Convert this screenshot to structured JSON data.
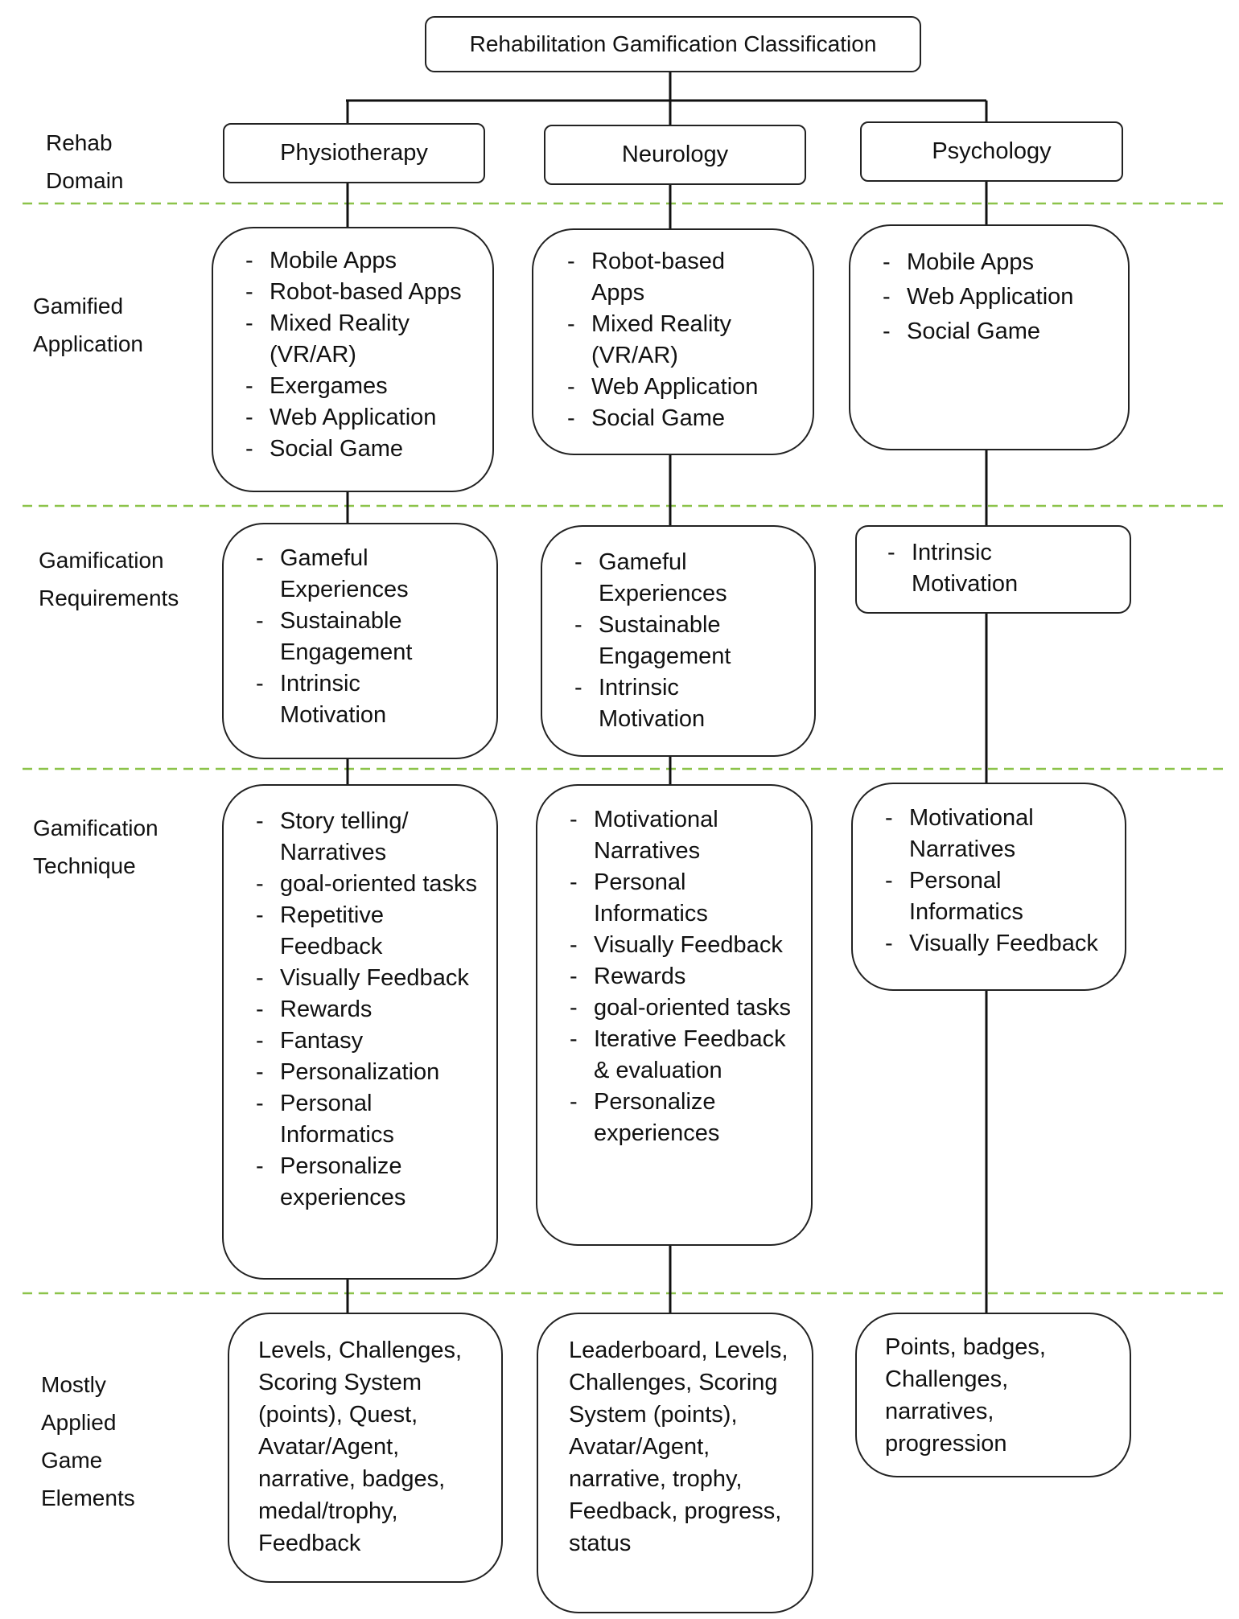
{
  "root_title": "Rehabilitation Gamification Classification",
  "row_labels": {
    "domain": [
      "Rehab",
      "Domain"
    ],
    "application": [
      "Gamified",
      "Application"
    ],
    "requirements": [
      "Gamification",
      "Requirements"
    ],
    "technique": [
      "Gamification",
      "Technique"
    ],
    "elements": [
      "Mostly",
      "Applied",
      "Game",
      "Elements"
    ]
  },
  "columns": [
    {
      "domain": "Physiotherapy",
      "application": [
        "Mobile Apps",
        "Robot-based Apps",
        "Mixed Reality (VR/AR)",
        "Exergames",
        "Web Application",
        "Social Game"
      ],
      "requirements": [
        "Gameful Experiences",
        "Sustainable Engagement",
        "Intrinsic Motivation"
      ],
      "technique": [
        "Story telling/ Narratives",
        "goal-oriented tasks",
        "Repetitive Feedback",
        "Visually Feedback",
        "Rewards",
        "Fantasy",
        "Personalization",
        "Personal Informatics",
        "Personalize experiences"
      ],
      "elements": "Levels, Challenges, Scoring System (points), Quest, Avatar/Agent, narrative, badges, medal/trophy, Feedback"
    },
    {
      "domain": "Neurology",
      "application": [
        "Robot-based Apps",
        "Mixed Reality (VR/AR)",
        "Web Application",
        "Social Game"
      ],
      "requirements": [
        "Gameful Experiences",
        "Sustainable Engagement",
        "Intrinsic Motivation"
      ],
      "technique": [
        "Motivational Narratives",
        "Personal Informatics",
        "Visually Feedback",
        "Rewards",
        "goal-oriented tasks",
        "Iterative Feedback & evaluation",
        "Personalize experiences"
      ],
      "elements": "Leaderboard, Levels, Challenges, Scoring System (points), Avatar/Agent, narrative, trophy, Feedback, progress, status"
    },
    {
      "domain": "Psychology",
      "application": [
        "Mobile Apps",
        "Web Application",
        "Social Game"
      ],
      "requirements": [
        "Intrinsic Motivation"
      ],
      "technique": [
        "Motivational Narratives",
        "Personal Informatics",
        "Visually Feedback"
      ],
      "elements": "Points, badges, Challenges, narratives, progression"
    }
  ],
  "colors": {
    "divider": "#8cc34a",
    "border": "#222222",
    "connector": "#111111"
  }
}
